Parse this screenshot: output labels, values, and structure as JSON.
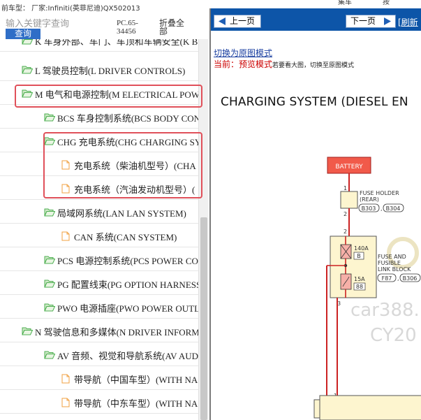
{
  "topbar": {
    "vehicle_info": "前车型：  厂家:Infiniti(英菲尼迪)QX502013",
    "btn_1": "集车",
    "btn_2": "按"
  },
  "search": {
    "placeholder": "输入关键字查询",
    "button_label": "查询"
  },
  "code_label": "PC.65-34456",
  "collapse_all_label": "折叠全部",
  "tree": [
    {
      "type": "folder",
      "label": "K 车身外部、车门、车顶和车辆安全(K B",
      "indent": 0,
      "cut": true
    },
    {
      "type": "folder",
      "label": "L 驾驶员控制(L DRIVER CONTROLS)",
      "indent": 0
    },
    {
      "type": "folder",
      "label": "M 电气和电源控制(M ELECTRICAL POW",
      "indent": 0
    },
    {
      "type": "folder",
      "label": "BCS 车身控制系统(BCS BODY CON",
      "indent": 1
    },
    {
      "type": "folder",
      "label": "CHG 充电系统(CHG CHARGING SY",
      "indent": 1
    },
    {
      "type": "doc",
      "label": "充电系统（柴油机型号）(CHA",
      "indent": 2
    },
    {
      "type": "doc",
      "label": "充电系统（汽油发动机型号）(",
      "indent": 2
    },
    {
      "type": "folder",
      "label": "局域网系统(LAN LAN SYSTEM)",
      "indent": 1
    },
    {
      "type": "doc",
      "label": "CAN 系统(CAN SYSTEM)",
      "indent": 2
    },
    {
      "type": "folder",
      "label": "PCS 电源控制系统(PCS POWER CO",
      "indent": 1
    },
    {
      "type": "folder",
      "label": "PG 配置线束(PG OPTION HARNESS",
      "indent": 1
    },
    {
      "type": "folder",
      "label": "PWO 电源插座(PWO POWER OUTL",
      "indent": 1
    },
    {
      "type": "folder",
      "label": "N 驾驶信息和多媒体(N DRIVER INFORM",
      "indent": 0
    },
    {
      "type": "folder",
      "label": "AV 音频、视觉和导航系统(AV AUD",
      "indent": 1
    },
    {
      "type": "doc",
      "label": "带导航（中国车型）(WITH NA",
      "indent": 2
    },
    {
      "type": "doc",
      "label": "带导航（中东车型）(WITH NA",
      "indent": 2
    }
  ],
  "viewer": {
    "prev_label": "上一页",
    "next_label": "下一页",
    "refresh_label": "[刷新",
    "mode_link": "切换为原图模式",
    "status_prefix": "当前：",
    "status_mode": "预览模式",
    "status_hint": "若要看大图，切换至原图模式"
  },
  "diagram": {
    "title": "CHARGING SYSTEM (DIESEL EN",
    "battery_label": "BATTERY",
    "fuse_holder_label_1": "FUSE HOLDER",
    "fuse_holder_label_2": "(REAR)",
    "connector_b303": "B303",
    "connector_b304": "B304",
    "fuse_140a": "140A",
    "fuse_140a_code": "B",
    "fuse_15a": "15A",
    "fuse_15a_code": "88",
    "fusible_label_1": "FUSE AND",
    "fusible_label_2": "FUSIBLE",
    "fusible_label_3": "LINK BLOCK",
    "connector_f87": "F87",
    "connector_b306": "B306",
    "pin_1a": "1",
    "pin_2a": "2",
    "pin_2b": "2",
    "pin_3": "3",
    "pin_1b": "1",
    "watermark_1": "car388.",
    "watermark_2": "CY20"
  },
  "colors": {
    "accent_blue": "#0d55a8",
    "button_blue": "#2f6ec7",
    "highlight_red": "#e0505a",
    "folder_green": "#4caf50",
    "doc_orange": "#f0a040",
    "wire_red": "#cc2222"
  }
}
